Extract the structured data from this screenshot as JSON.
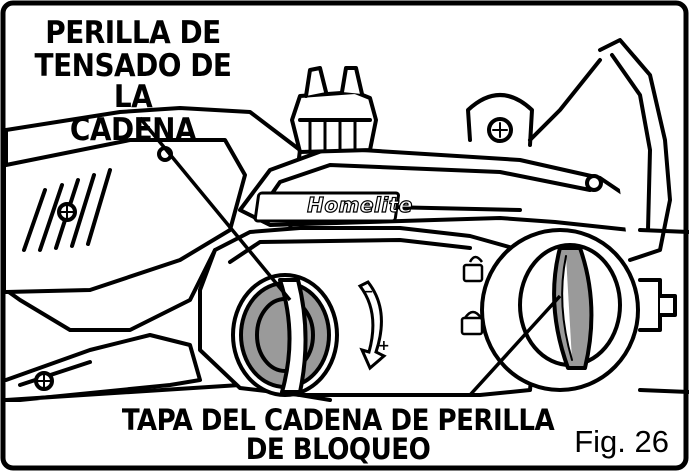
{
  "callouts": {
    "tension_knob": {
      "line1": "PERILLA DE",
      "line2": "TENSADO DE LA",
      "line3": "CADENA"
    },
    "lock_knob": {
      "line1": "TAPA DEL CADENA DE PERILLA",
      "line2": "DE BLOQUEO"
    }
  },
  "figure_label": "Fig. 26",
  "brand_logo": "Homelite",
  "icons": {
    "rotation_arrow": "curved-arrow-minus-plus-icon",
    "unlock": "unlock-padlock-icon",
    "lock": "lock-padlock-icon"
  },
  "colors": {
    "outline": "#000000",
    "knob_fill": "#9a9a9a",
    "background": "#ffffff"
  }
}
